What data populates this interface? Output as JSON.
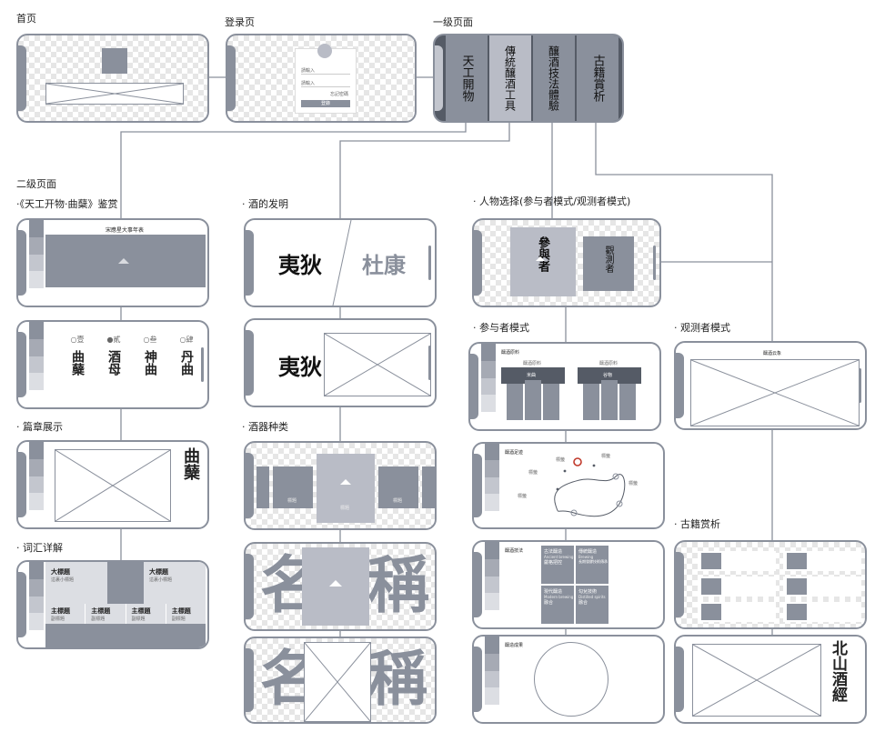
{
  "labels": {
    "home": "首页",
    "login": "登录页",
    "level1": "一级页面",
    "level2": "二级页面",
    "tiangong": "·《天工开物·曲蘖》鉴赏",
    "wine_invention": "· 酒的发明",
    "role_select": "· 人物选择(参与者模式/观测者模式)",
    "chapter": "· 篇章展示",
    "vessel_kind": "· 酒器种类",
    "participant": "· 参与者模式",
    "observer": "· 观测者模式",
    "vocab": "· 词汇详解",
    "ancient_books": "· 古籍赏析"
  },
  "level1_tabs": [
    "天工開物",
    "傳統釀酒工具",
    "釀酒技法體驗",
    "古籍賞析"
  ],
  "tiangong_title": "宋應星大事年表",
  "fermenters": [
    {
      "mark": "○",
      "num": "壹",
      "name": "曲蘖"
    },
    {
      "mark": "●",
      "num": "貳",
      "name": "酒母"
    },
    {
      "mark": "○",
      "num": "叁",
      "name": "神曲"
    },
    {
      "mark": "○",
      "num": "肆",
      "name": "丹曲"
    }
  ],
  "chapter_title": "曲蘖",
  "vocab": {
    "big": [
      {
        "title": "大標題",
        "sub": "這裏小標題"
      },
      {
        "title": "大標題",
        "sub": "這裏小標題"
      }
    ],
    "sub": [
      {
        "title": "主標題",
        "sub": "副標題"
      },
      {
        "title": "主標題",
        "sub": "副標題"
      },
      {
        "title": "主標題",
        "sub": "副標題"
      },
      {
        "title": "主標題",
        "sub": "副標題"
      }
    ]
  },
  "invention": {
    "left": "夷狄",
    "right": "杜康",
    "single": "夷狄"
  },
  "vessel_caption": "標題",
  "name_words": {
    "left": "名",
    "right": "稱"
  },
  "role": {
    "participant": "參與者",
    "observer": "觀測者"
  },
  "observer_card_title": "釀酒云象",
  "participant_pages": {
    "p1_title": "釀酒原料",
    "p1_cards": [
      {
        "head": "釀酒原料",
        "item": "米曲"
      },
      {
        "head": "釀酒原料",
        "item": "谷物"
      }
    ],
    "p2_title": "釀酒足迹",
    "p2_pin": "標籤",
    "p3_title": "釀酒技法",
    "p3_cells": [
      {
        "t": "古法釀造",
        "s": "Ancient brewing",
        "d": "嚴格把控"
      },
      {
        "t": "傳統釀造",
        "s": "Brewing",
        "d": "長期發酵技術傳承"
      },
      {
        "t": "現代釀造",
        "s": "Modern brewing",
        "d": "融合"
      },
      {
        "t": "勾兌技術",
        "s": "Distilled spirits",
        "d": "融合"
      }
    ],
    "p4_title": "釀造成果"
  },
  "north_title": "北山酒經",
  "login": {
    "user": "請輸入",
    "pass": "請輸入",
    "forgot": "忘記密碼",
    "btn": "登錄"
  }
}
